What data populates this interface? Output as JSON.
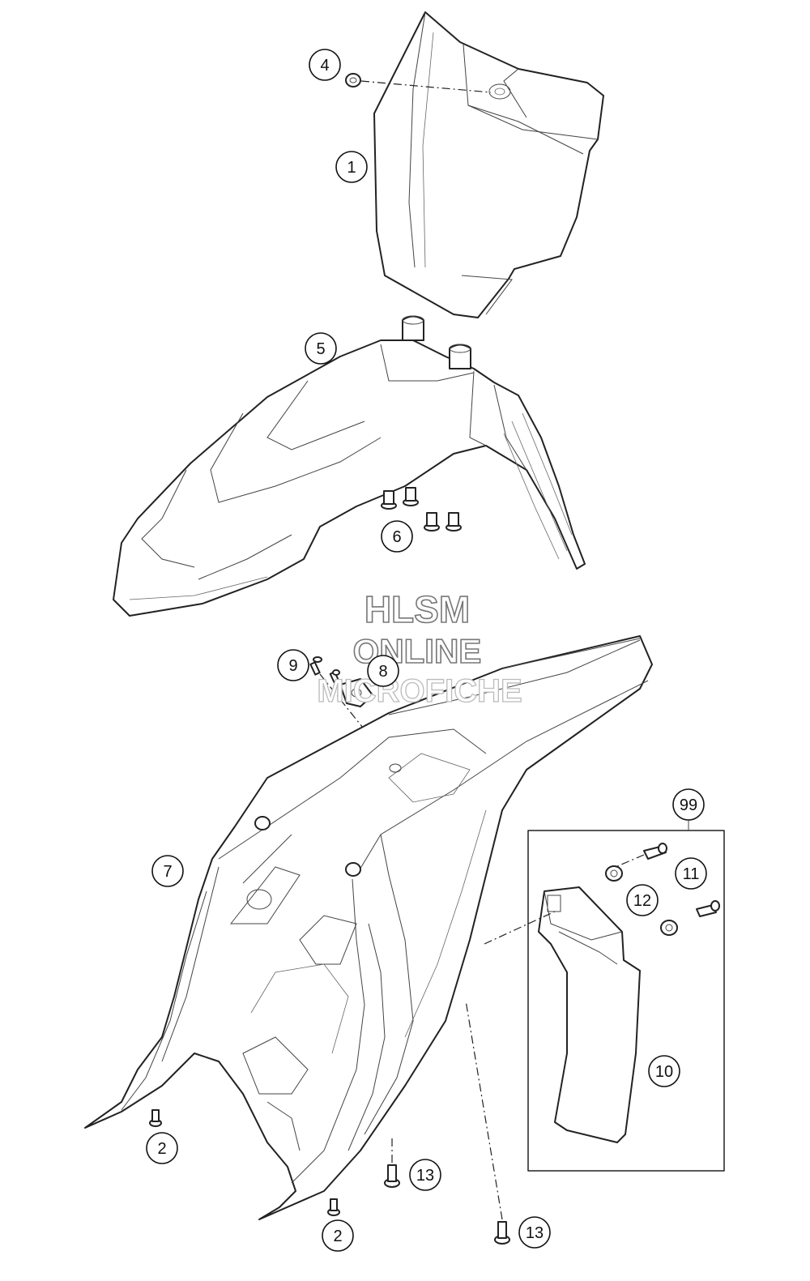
{
  "callouts": [
    {
      "id": "c4",
      "label": "4"
    },
    {
      "id": "c1",
      "label": "1"
    },
    {
      "id": "c5",
      "label": "5"
    },
    {
      "id": "c6",
      "label": "6"
    },
    {
      "id": "c9",
      "label": "9"
    },
    {
      "id": "c8",
      "label": "8"
    },
    {
      "id": "c7",
      "label": "7"
    },
    {
      "id": "c99",
      "label": "99"
    },
    {
      "id": "c11",
      "label": "11"
    },
    {
      "id": "c12",
      "label": "12"
    },
    {
      "id": "c10",
      "label": "10"
    },
    {
      "id": "c2a",
      "label": "2"
    },
    {
      "id": "c2b",
      "label": "2"
    },
    {
      "id": "c13a",
      "label": "13"
    },
    {
      "id": "c13b",
      "label": "13"
    }
  ],
  "watermark": {
    "line1": "HLSM",
    "line2": "ONLINE",
    "line3": "MICROFICHE"
  }
}
